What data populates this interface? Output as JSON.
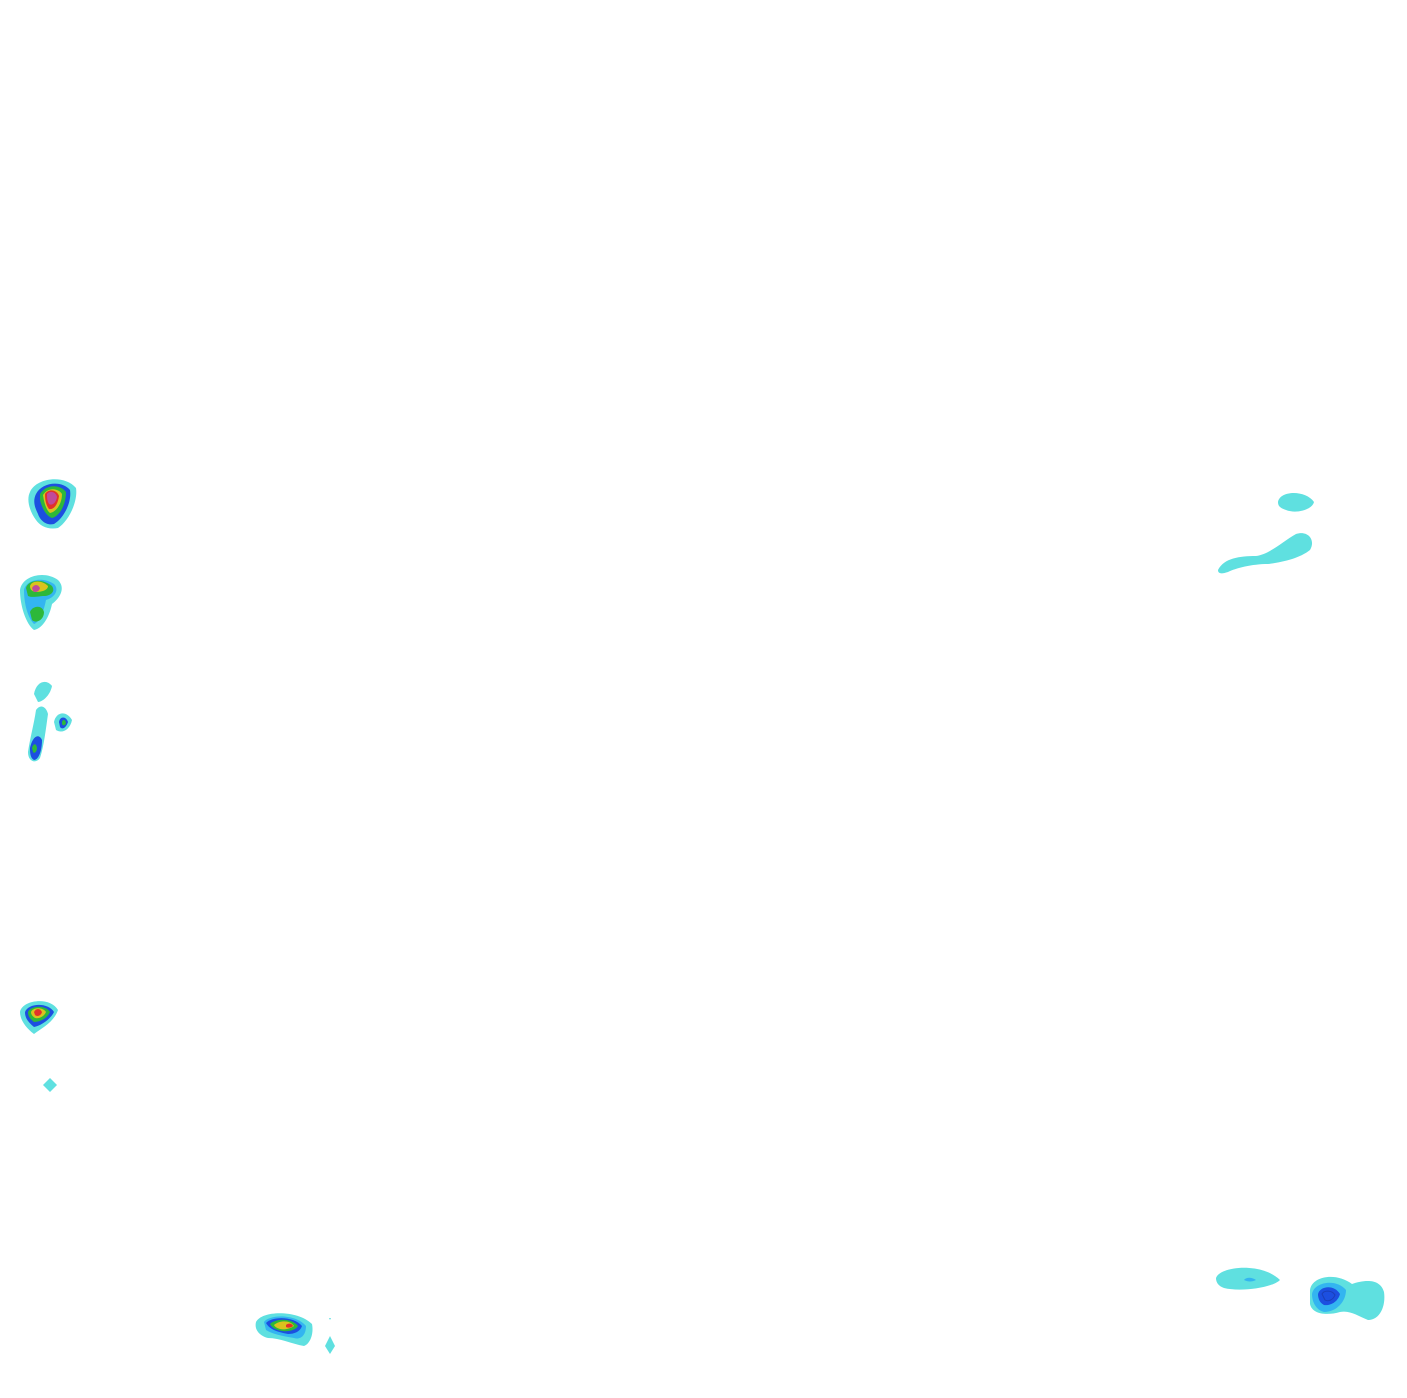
{
  "image": {
    "kind": "filled contour heatmap blobs on white background",
    "background": "#ffffff",
    "levels": [
      {
        "name": "level-1",
        "color": "#5fe0e0"
      },
      {
        "name": "level-2",
        "color": "#33b5f0"
      },
      {
        "name": "level-3",
        "color": "#1c4fe0"
      },
      {
        "name": "level-4",
        "color": "#2db83a"
      },
      {
        "name": "level-5",
        "color": "#d9c21e"
      },
      {
        "name": "level-6",
        "color": "#e2322a"
      },
      {
        "name": "level-7",
        "color": "#c04a9a"
      }
    ]
  }
}
